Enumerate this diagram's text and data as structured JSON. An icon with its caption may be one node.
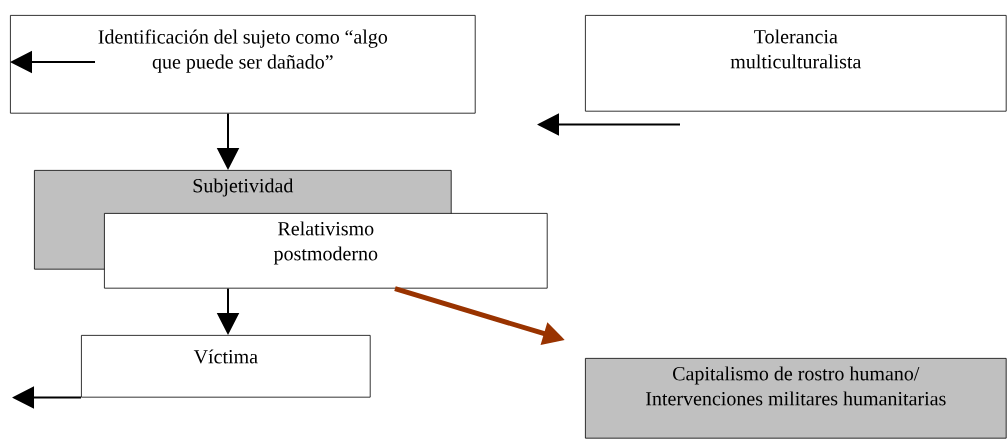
{
  "diagram": {
    "nodes": [
      {
        "text": [
          "Identificación del sujeto como “algo que puede ser dañado”"
        ]
      },
      {
        "text": [
          "Tolerancia multiculturalista"
        ]
      },
      {
        "text": [
          "Subjetividad"
        ]
      },
      {
        "text": [
          "Relativismo postmoderno"
        ]
      },
      {
        "text": [
          "Víctima"
        ]
      },
      {
        "text": [
          "Capitalismo de rostro humano/ Intervenciones  militares humanitarias"
        ]
      }
    ],
    "edges": [
      {
        "from": 0,
        "to": null,
        "arrow": "to"
      },
      {
        "from": 1,
        "to": null,
        "arrow": "to"
      },
      {
        "from": 0,
        "to": 2,
        "arrow": "to"
      },
      {
        "from": 3,
        "to": 4,
        "arrow": "to"
      },
      {
        "from": 3,
        "to": 5,
        "arrow": "to",
        "style": "thick",
        "color": "#993300"
      },
      {
        "from": 4,
        "to": null,
        "arrow": "to"
      }
    ]
  }
}
